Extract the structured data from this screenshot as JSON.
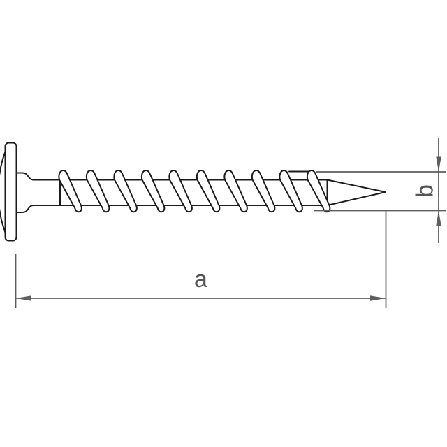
{
  "diagram": {
    "type": "technical-drawing",
    "subject": "wafer-head screw side view with dimension lines",
    "dimension_labels": {
      "length": "a",
      "diameter": "b"
    },
    "colors": {
      "background": "#ffffff",
      "outline": "#1c1c1c",
      "dimension": "#5e5e5e",
      "label": "#555555"
    }
  }
}
